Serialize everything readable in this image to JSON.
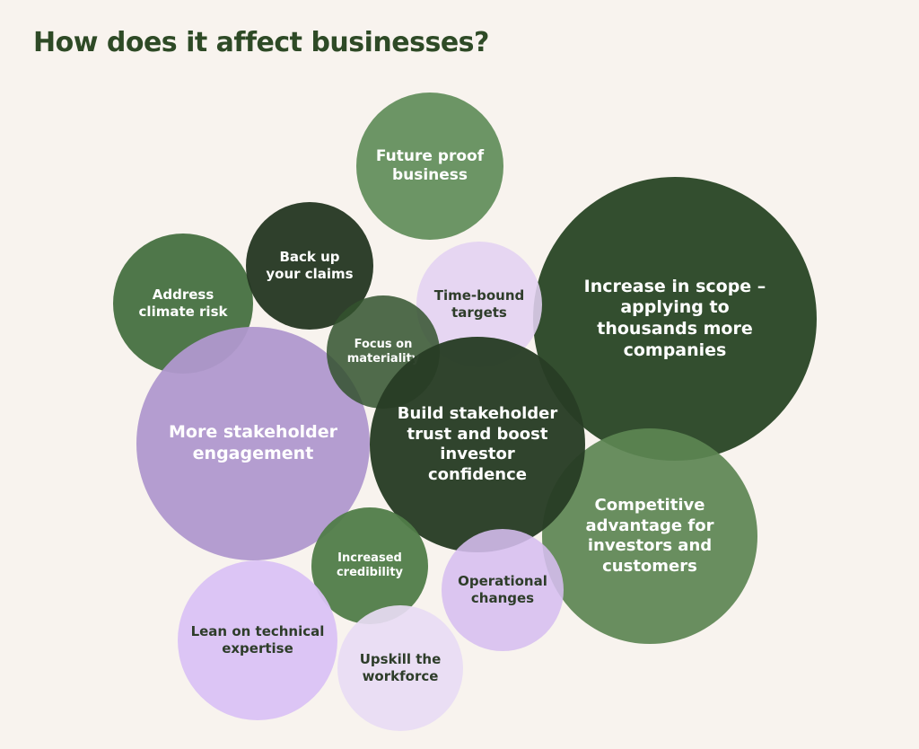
{
  "title": "How does it affect businesses?",
  "colors": {
    "background": "#f8f3ee",
    "title": "#2e4a26",
    "dark_green": "#2f4a2b",
    "mid_green": "#5a8452",
    "light_purple": "#d9c6f0",
    "mid_purple": "#b69dd1"
  },
  "bubbles": [
    {
      "id": "future-proof-business",
      "label": "Future proof\nbusiness"
    },
    {
      "id": "increase-in-scope",
      "label": "Increase in scope –\napplying to\nthousands more\ncompanies"
    },
    {
      "id": "address-climate-risk",
      "label": "Address\nclimate risk"
    },
    {
      "id": "back-up-your-claims",
      "label": "Back up\nyour claims"
    },
    {
      "id": "time-bound-targets",
      "label": "Time-bound\ntargets"
    },
    {
      "id": "focus-on-materiality",
      "label": "Focus on\nmateriality"
    },
    {
      "id": "more-stakeholder-engagement",
      "label": "More stakeholder\nengagement"
    },
    {
      "id": "build-stakeholder-trust",
      "label": "Build stakeholder\ntrust and boost\ninvestor\nconfidence"
    },
    {
      "id": "competitive-advantage",
      "label": "Competitive\nadvantage for\ninvestors and\ncustomers"
    },
    {
      "id": "increased-credibility",
      "label": "Increased\ncredibility"
    },
    {
      "id": "operational-changes",
      "label": "Operational\nchanges"
    },
    {
      "id": "lean-on-technical-expertise",
      "label": "Lean on technical\nexpertise"
    },
    {
      "id": "upskill-the-workforce",
      "label": "Upskill the\nworkforce"
    }
  ]
}
